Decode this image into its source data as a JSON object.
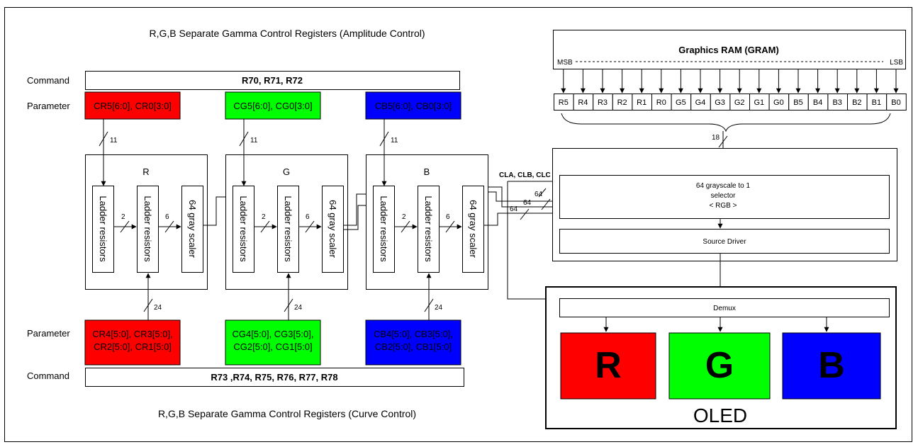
{
  "titles": {
    "top": "R,G,B Separate Gamma Control Registers (Amplitude Control)",
    "bottom": "R,G,B Separate Gamma Control Registers (Curve Control)"
  },
  "labels": {
    "command": "Command",
    "parameter": "Parameter"
  },
  "commands": {
    "top": "R70, R71, R72",
    "bottom": "R73 ,R74, R75, R76, R77, R78"
  },
  "params_top": {
    "r": "CR5[6:0], CR0[3:0]",
    "g": "CG5[6:0], CG0[3:0]",
    "b": "CB5[6:0], CB0[3:0]"
  },
  "params_bottom": {
    "r_line1": "CR4[5:0], CR3[5:0],",
    "r_line2": "CR2[5:0], CR1[5:0]",
    "g_line1": "CG4[5:0], CG3[5:0],",
    "g_line2": "CG2[5:0], CG1[5:0]",
    "b_line1": "CB4[5:0], CB3[5:0],",
    "b_line2": "CB2[5:0], CB1[5:0]"
  },
  "channels": {
    "r": "R",
    "g": "G",
    "b": "B"
  },
  "blocks": {
    "ladder": "Ladder resistors",
    "gray_scaler": "64 gray scaler"
  },
  "bus_widths": {
    "top": "11",
    "bottom": "24",
    "mid": "2",
    "out": "6",
    "gram": "18",
    "sel1": "64",
    "sel2": "64",
    "sel3": "64"
  },
  "gram": {
    "title": "Graphics RAM (GRAM)",
    "msb": "MSB",
    "lsb": "LSB",
    "bits": [
      "R5",
      "R4",
      "R3",
      "R2",
      "R1",
      "R0",
      "G5",
      "G4",
      "G3",
      "G2",
      "G1",
      "G0",
      "B5",
      "B4",
      "B3",
      "B2",
      "B1",
      "B0"
    ]
  },
  "control_signals": "CLA, CLB, CLC",
  "selector": {
    "line1": "64 grayscale to 1",
    "line2": "selector",
    "line3": "< RGB >"
  },
  "source_driver": "Source Driver",
  "demux": "Demux",
  "oled": {
    "label": "OLED",
    "r": "R",
    "g": "G",
    "b": "B"
  },
  "colors": {
    "red": "#ff0000",
    "green": "#00ff00",
    "blue": "#0000ff"
  }
}
